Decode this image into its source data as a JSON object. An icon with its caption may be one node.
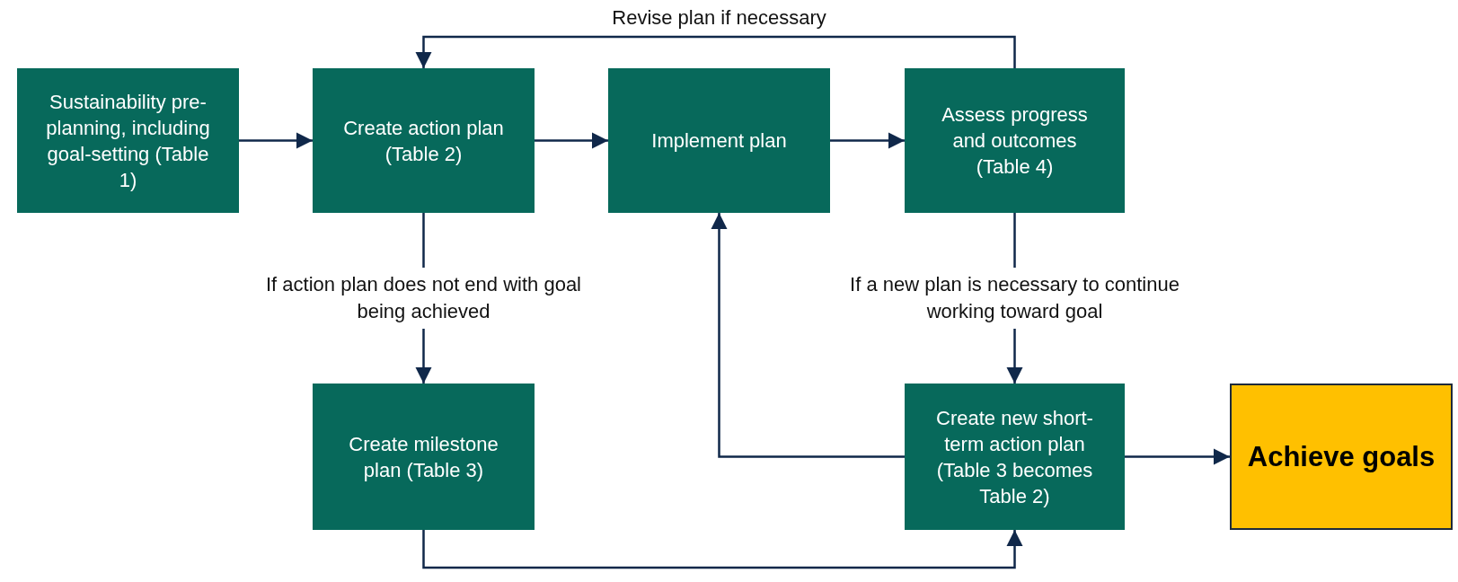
{
  "diagram": {
    "nodes": [
      {
        "text": [
          "Sustainability pre-planning, including goal-setting (Table 1)"
        ]
      },
      {
        "text": [
          "Create action plan (Table 2)"
        ]
      },
      {
        "text": [
          "Implement plan"
        ]
      },
      {
        "text": [
          "Assess progress and outcomes (Table 4)"
        ]
      },
      {
        "text": [
          "Create milestone plan (Table 3)"
        ]
      },
      {
        "text": [
          "Create new short-term action plan (Table 3 becomes Table 2)"
        ]
      },
      {
        "text": [
          "Achieve goals"
        ]
      }
    ],
    "edges": [
      {
        "from": 0,
        "to": 1,
        "arrow": "to"
      },
      {
        "from": 1,
        "to": 2,
        "arrow": "to"
      },
      {
        "from": 2,
        "to": 3,
        "arrow": "to"
      },
      {
        "from": 3,
        "to": 1,
        "arrow": "to",
        "label": "Revise plan if necessary"
      },
      {
        "from": 1,
        "to": 4,
        "arrow": "to",
        "label": "If action plan does not end with goal being achieved"
      },
      {
        "from": 3,
        "to": 5,
        "arrow": "to",
        "label": "If a new plan is necessary to continue working toward goal"
      },
      {
        "from": 4,
        "to": 5,
        "arrow": "to"
      },
      {
        "from": 5,
        "to": 2,
        "arrow": "to"
      },
      {
        "from": 5,
        "to": 6,
        "arrow": "to"
      }
    ]
  }
}
